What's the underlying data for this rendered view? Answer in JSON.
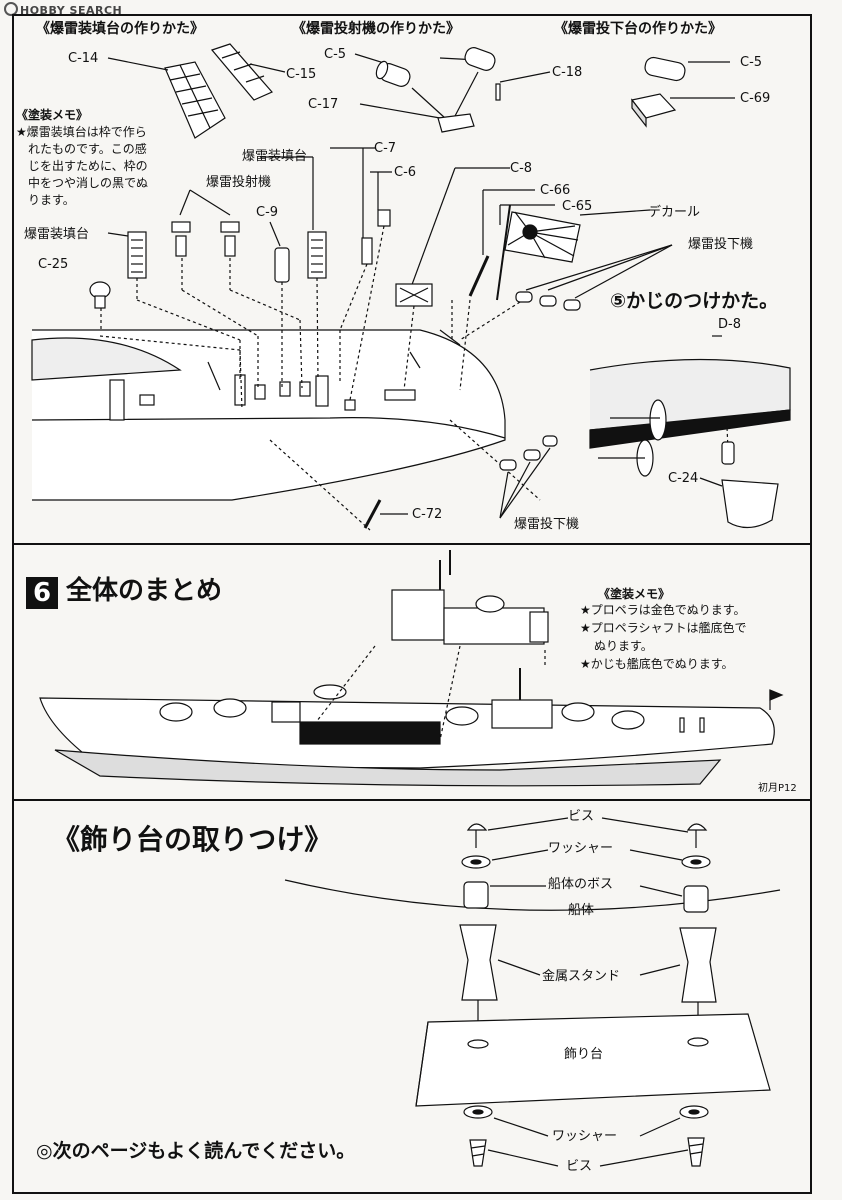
{
  "watermark": "HOBBY SEARCH",
  "top": {
    "titles": [
      "《爆雷装填台の作りかた》",
      "《爆雷投射機の作りかた》",
      "《爆雷投下台の作りかた》"
    ],
    "parts": {
      "c14": "C-14",
      "c15": "C-15",
      "c5a": "C-5",
      "c18": "C-18",
      "c17": "C-17",
      "c5b": "C-5",
      "c69": "C-69",
      "c7": "C-7",
      "c6": "C-6",
      "c8": "C-8",
      "c66": "C-66",
      "c65": "C-65",
      "c9": "C-9",
      "c25": "C-25",
      "d8": "D-8",
      "c24": "C-24",
      "c72": "C-72"
    },
    "paint_memo": {
      "title": "《塗装メモ》",
      "lines": [
        "★爆雷装填台は枠で作ら",
        "れたものです。この感",
        "じを出すために、枠の",
        "中をつや消しの黒でぬ",
        "ります。"
      ]
    },
    "labels": {
      "loader1": "爆雷装填台",
      "thrower": "爆雷投射機",
      "loader2": "爆雷装填台",
      "decal": "デカール",
      "dropper_top": "爆雷投下機",
      "rudder": "⑤かじのつけかた。",
      "dropper_bottom": "爆雷投下機"
    }
  },
  "middle": {
    "step_number": "6",
    "title": "全体のまとめ",
    "paint_memo": {
      "title": "《塗装メモ》",
      "lines": [
        "★プロペラは金色でぬります。",
        "★プロペラシャフトは艦底色で",
        "ぬります。",
        "★かじも艦底色でぬります。"
      ]
    },
    "page_ref": "初月P12"
  },
  "bottom": {
    "title": "《飾り台の取りつけ》",
    "labels": {
      "screw_top": "ビス",
      "washer_top": "ワッシャー",
      "boss": "船体のボス",
      "hull": "船体",
      "stand": "金属スタンド",
      "base": "飾り台",
      "washer_bottom": "ワッシャー",
      "screw_bottom": "ビス"
    },
    "note": "◎次のページもよく読んでください。"
  }
}
